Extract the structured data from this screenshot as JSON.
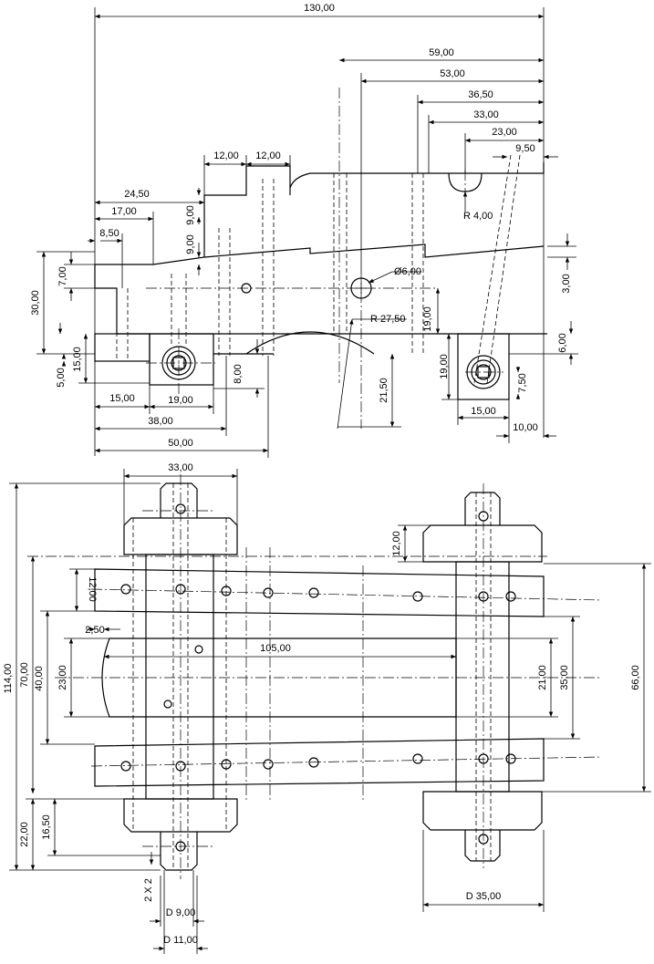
{
  "dimensions": {
    "d130": "130,00",
    "d59": "59,00",
    "d53": "53,00",
    "d365": "36,50",
    "d33a": "33,00",
    "d23": "23,00",
    "d95": "9,50",
    "d12a": "12,00",
    "d12b": "12,00",
    "d245": "24,50",
    "d17": "17,00",
    "d85": "8,50",
    "d9a": "9,00",
    "d9b": "9,00",
    "d7": "7,00",
    "d30": "30,00",
    "d15v": "15,00",
    "d5": "5,00",
    "d15h": "15,00",
    "d19h": "19,00",
    "d38": "38,00",
    "d50": "50,00",
    "d8": "8,00",
    "r4": "R 4,00",
    "phi6": "Ø6,00",
    "r275": "R 27,50",
    "d19v": "19,00",
    "d215": "21,50",
    "d3": "3,00",
    "d6": "6,00",
    "d19v2": "19,00",
    "d75": "7,50",
    "d15r": "15,00",
    "d10": "10,00",
    "d33b": "33,00",
    "d114": "114,00",
    "d70": "70,00",
    "d40": "40,00",
    "d12c": "12,00",
    "d25": "2,50",
    "d23b": "23,00",
    "d105": "105,00",
    "d12d": "12,00",
    "d21": "21,00",
    "d35": "35,00",
    "d66": "66,00",
    "d22": "22,00",
    "d165": "16,50",
    "d2x2": "2 X 2",
    "dia9": "D 9,00",
    "dia11": "D 11,00",
    "dia35": "D 35,00"
  }
}
